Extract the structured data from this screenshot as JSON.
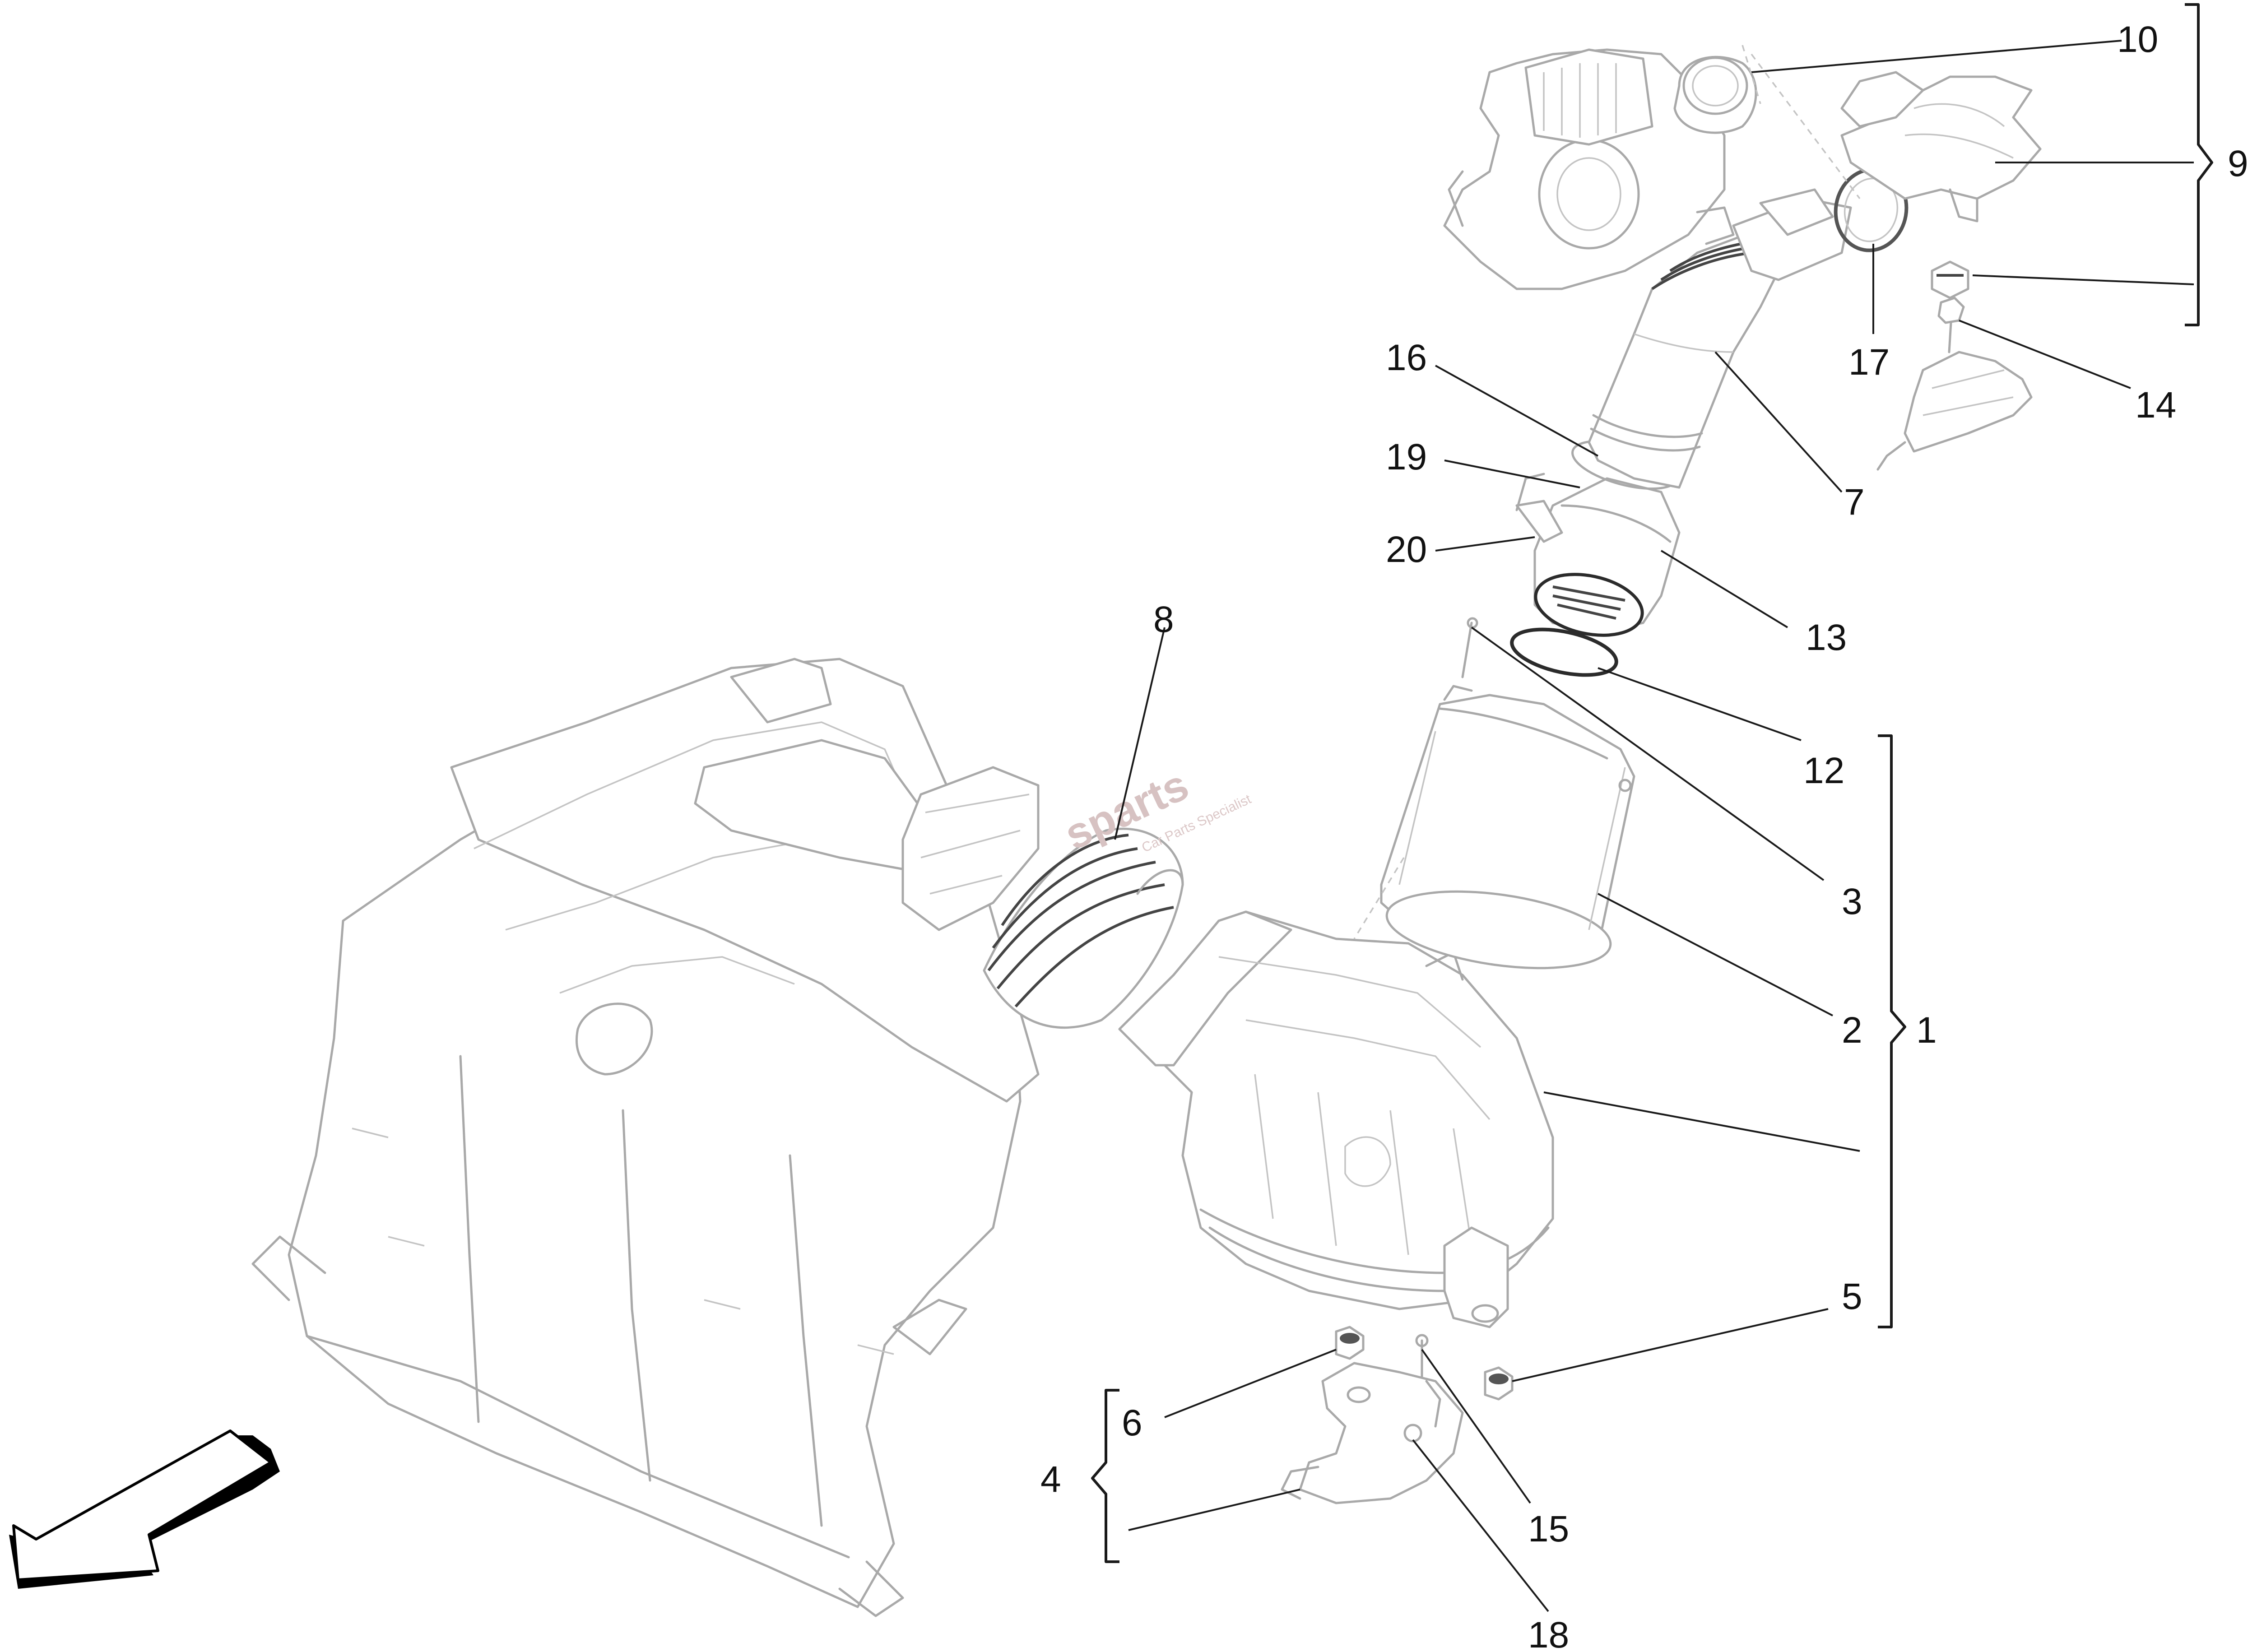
{
  "callouts": {
    "c1": "1",
    "c2": "2",
    "c3": "3",
    "c4": "4",
    "c5": "5",
    "c6": "6",
    "c7": "7",
    "c8": "8",
    "c9": "9",
    "c10": "10",
    "c12": "12",
    "c13": "13",
    "c14": "14",
    "c15": "15",
    "c16": "16",
    "c17": "17",
    "c18": "18",
    "c19": "19",
    "c20": "20"
  },
  "watermark": {
    "text": "sparts",
    "tagline": "Car Parts Specialist"
  },
  "colors": {
    "line_art": "#a9a9a9",
    "leader": "#1a1a1a",
    "background": "#ffffff"
  }
}
